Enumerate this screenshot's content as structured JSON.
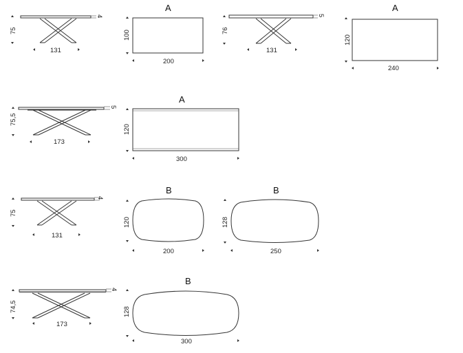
{
  "labels": {
    "a1": "A",
    "a2": "A",
    "a3": "A",
    "b1": "B",
    "b2": "B",
    "b3": "B"
  },
  "row1": {
    "side1": {
      "height": "75",
      "thickness": "4",
      "width": "131"
    },
    "top1": {
      "depth": "100",
      "length": "200"
    },
    "side2": {
      "height": "76",
      "thickness": "5",
      "width": "131"
    },
    "top2": {
      "depth": "120",
      "length": "240"
    }
  },
  "row2": {
    "side": {
      "height": "75,5",
      "thickness": "5",
      "width": "173"
    },
    "top": {
      "depth": "120",
      "length": "300"
    }
  },
  "row3": {
    "side": {
      "height": "75",
      "thickness": "4",
      "width": "131"
    },
    "top1": {
      "depth": "120",
      "length": "200"
    },
    "top2": {
      "depth": "128",
      "length": "250"
    }
  },
  "row4": {
    "side": {
      "height": "74,5",
      "thickness": "4",
      "width": "173"
    },
    "top": {
      "depth": "128",
      "length": "300"
    }
  }
}
